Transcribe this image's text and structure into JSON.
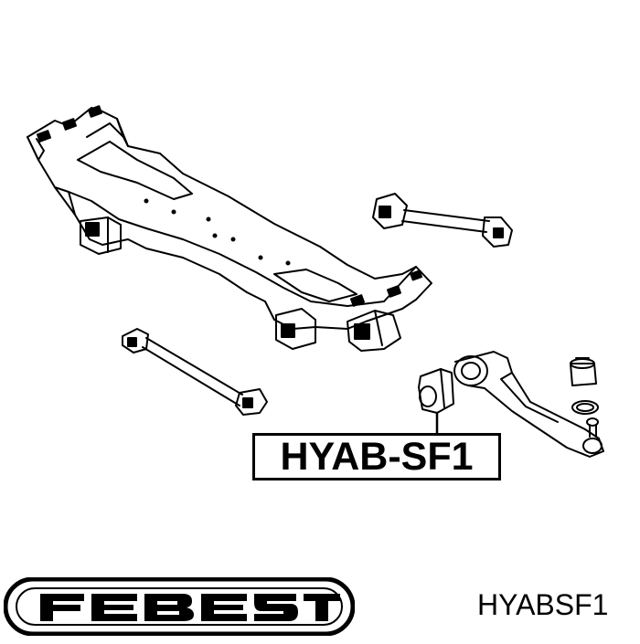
{
  "diagram": {
    "callout_label": "HYAB-SF1",
    "brand": "FEBEST",
    "part_number": "HYABSF1",
    "line_color": "#000000",
    "background_color": "#ffffff"
  }
}
